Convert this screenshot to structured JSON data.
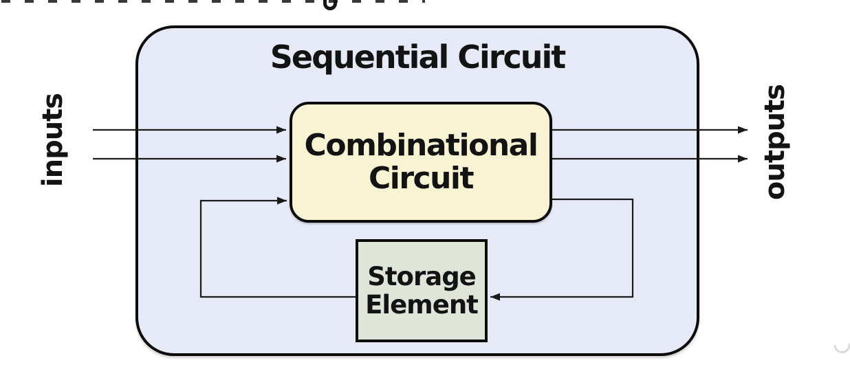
{
  "diagram": {
    "type": "block-diagram",
    "outer_box": {
      "label": "Sequential Circuit"
    },
    "combinational_box": {
      "line1": "Combinational",
      "line2": "Circuit"
    },
    "storage_box": {
      "line1": "Storage",
      "line2": "Element"
    },
    "side_labels": {
      "left": "inputs",
      "right": "outputs"
    },
    "connections": [
      {
        "from": "inputs",
        "to": "Combinational Circuit",
        "count": 2,
        "style": "arrow"
      },
      {
        "from": "Combinational Circuit",
        "to": "outputs",
        "count": 2,
        "style": "arrow"
      },
      {
        "from": "Combinational Circuit",
        "to": "Storage Element",
        "count": 1,
        "style": "feedback-arrow-right-side"
      },
      {
        "from": "Storage Element",
        "to": "Combinational Circuit",
        "count": 1,
        "style": "feedback-arrow-left-side"
      }
    ],
    "colors": {
      "outer_fill": "#e6eaf6",
      "combinational_fill": "#f8f3d2",
      "storage_fill": "#dfe5d8",
      "border": "#0c0c0c",
      "line": "#1a1a1a",
      "text": "#131313",
      "background": "#ffffff"
    }
  }
}
